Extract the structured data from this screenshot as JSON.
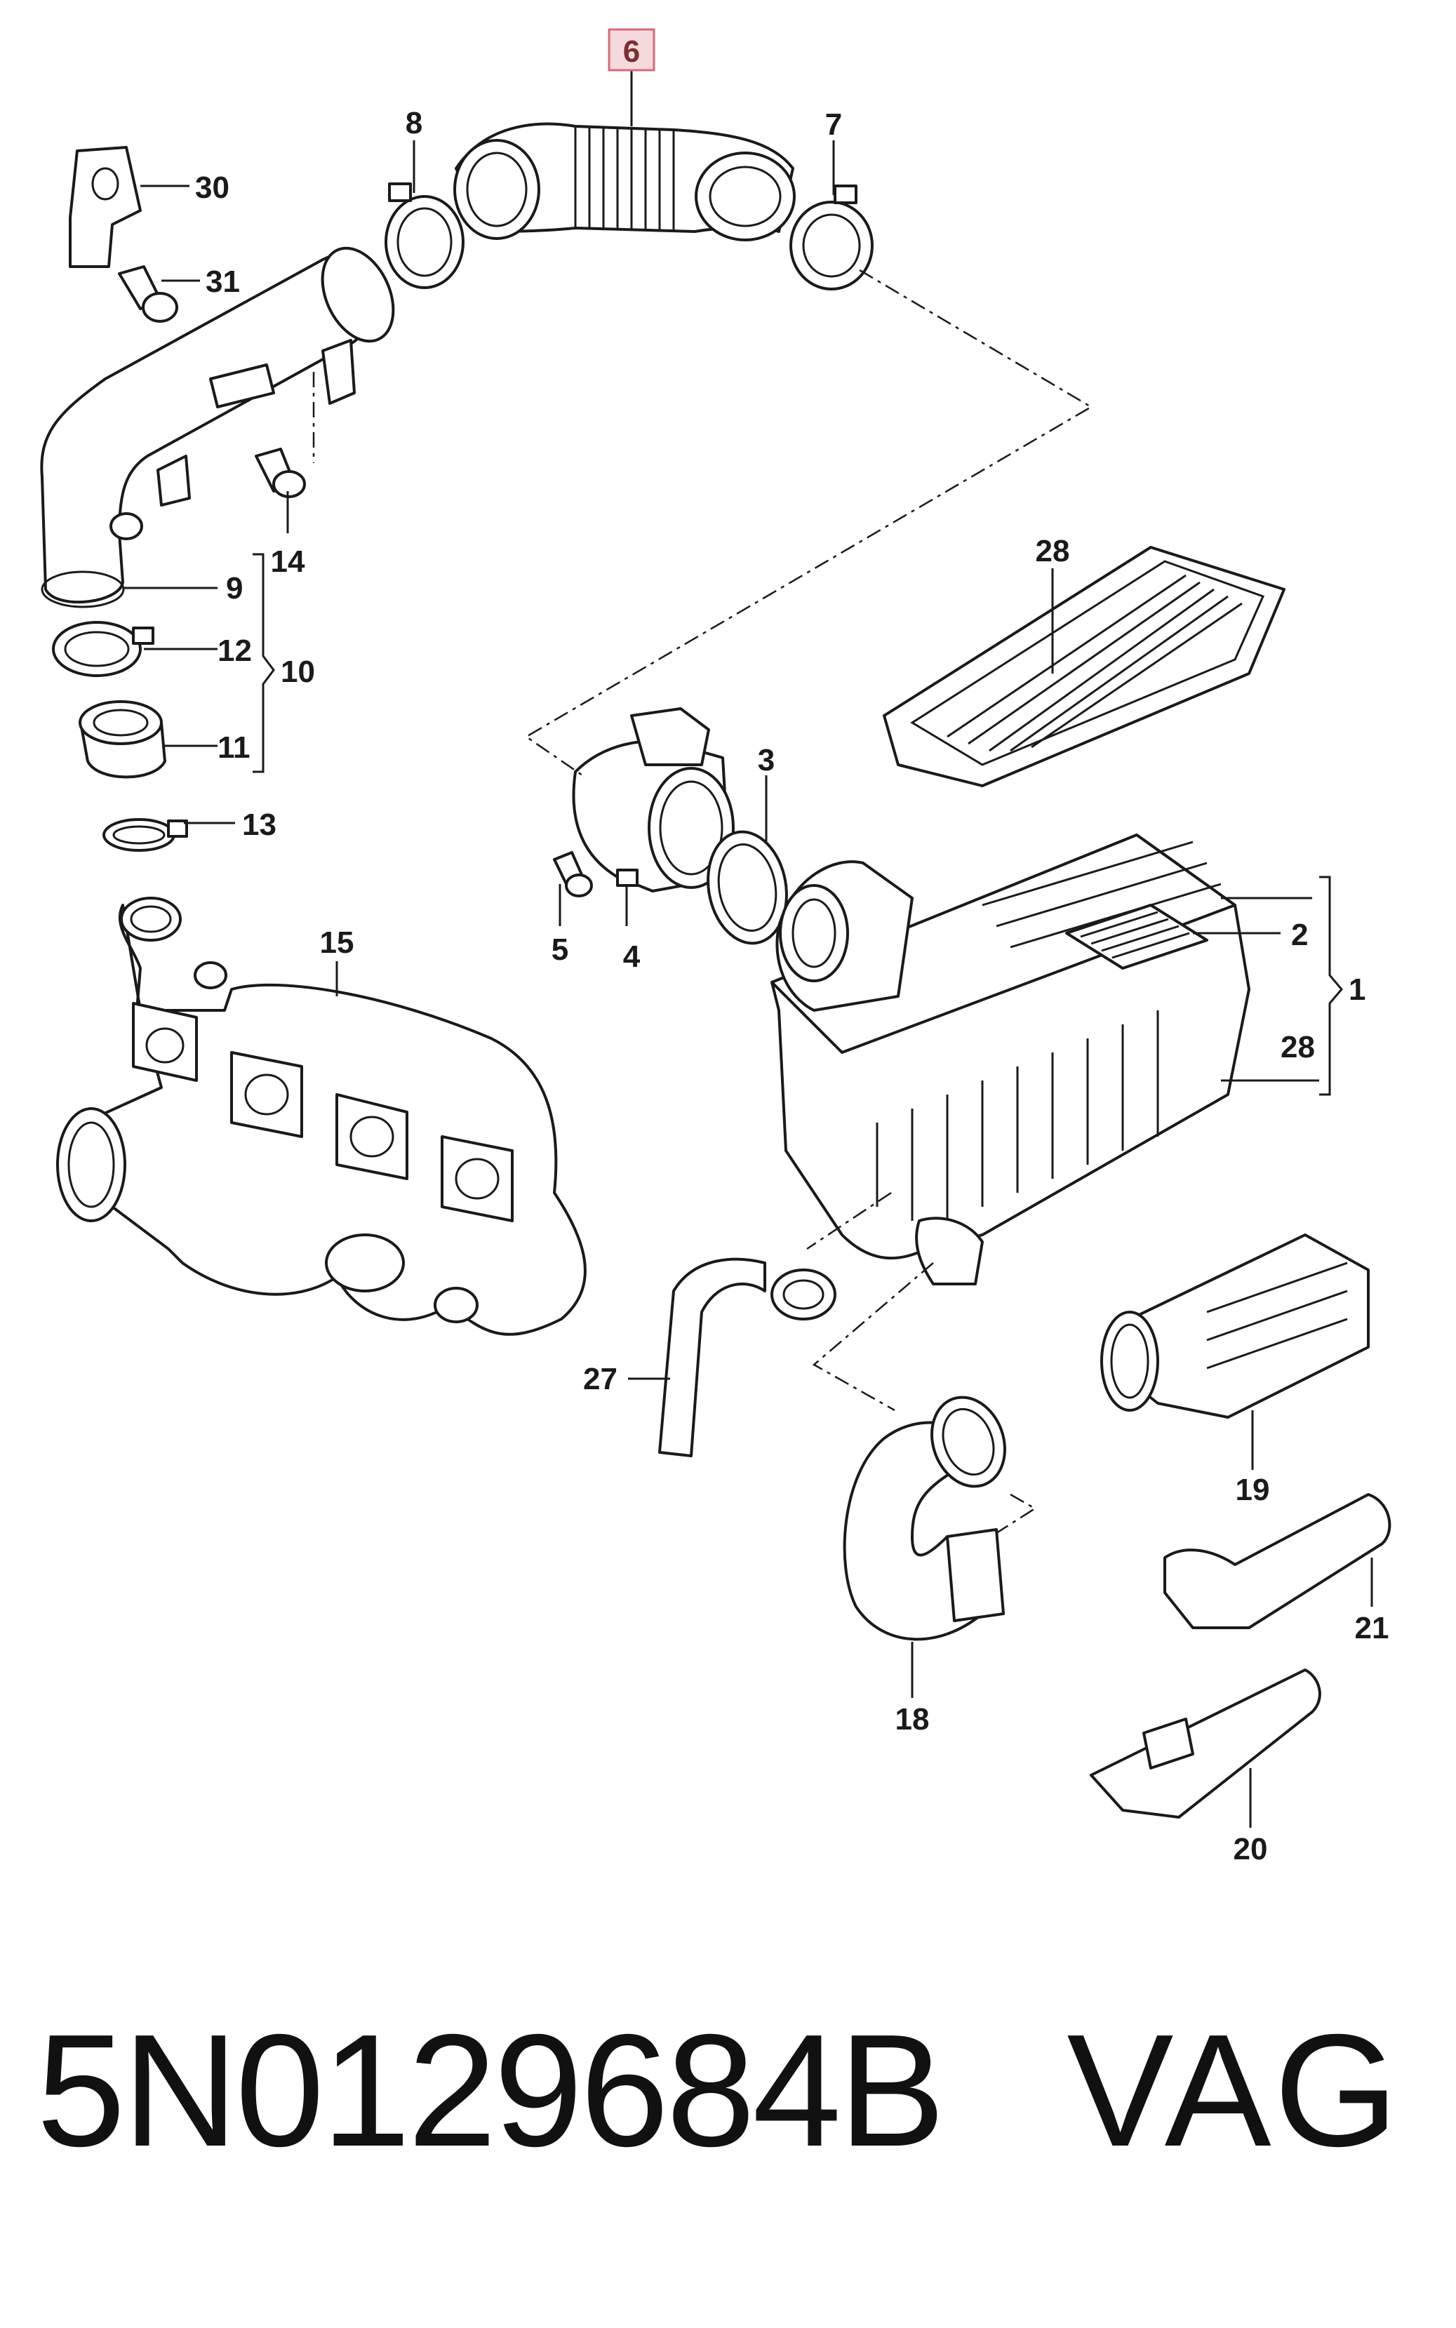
{
  "diagram": {
    "callouts": {
      "c1": "1",
      "c2": "2",
      "c3": "3",
      "c4": "4",
      "c5": "5",
      "c6": "6",
      "c7": "7",
      "c8": "8",
      "c9": "9",
      "c10": "10",
      "c11": "11",
      "c12": "12",
      "c13": "13",
      "c14": "14",
      "c15": "15",
      "c18": "18",
      "c19": "19",
      "c20": "20",
      "c21": "21",
      "c27": "27",
      "c28a": "28",
      "c28b": "28",
      "c30": "30",
      "c31": "31"
    },
    "highlighted_callout": "6",
    "highlight_color": "#f6d9dc"
  },
  "footer": {
    "part_number": "5N0129684B",
    "brand": "VAG"
  }
}
